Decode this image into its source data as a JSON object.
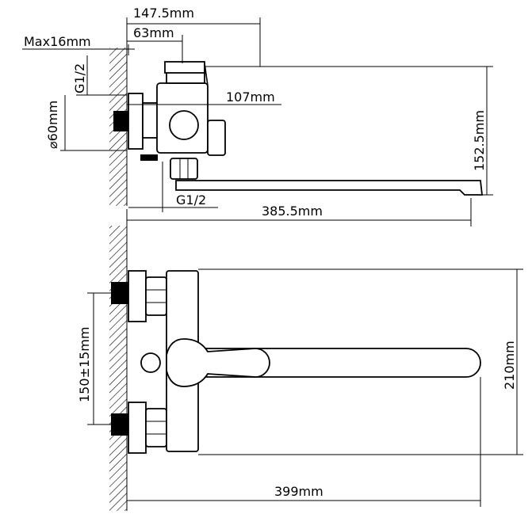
{
  "dimensions": {
    "top_147": "147.5mm",
    "top_63": "63mm",
    "max16": "Max16mm",
    "g12_vertical": "G1/2",
    "d60": "⌀60mm",
    "d107": "107mm",
    "h152": "152.5mm",
    "g12_bottom": "G1/2",
    "w385": "385.5mm",
    "h150": "150±15mm",
    "h210": "210mm",
    "w399": "399mm"
  }
}
